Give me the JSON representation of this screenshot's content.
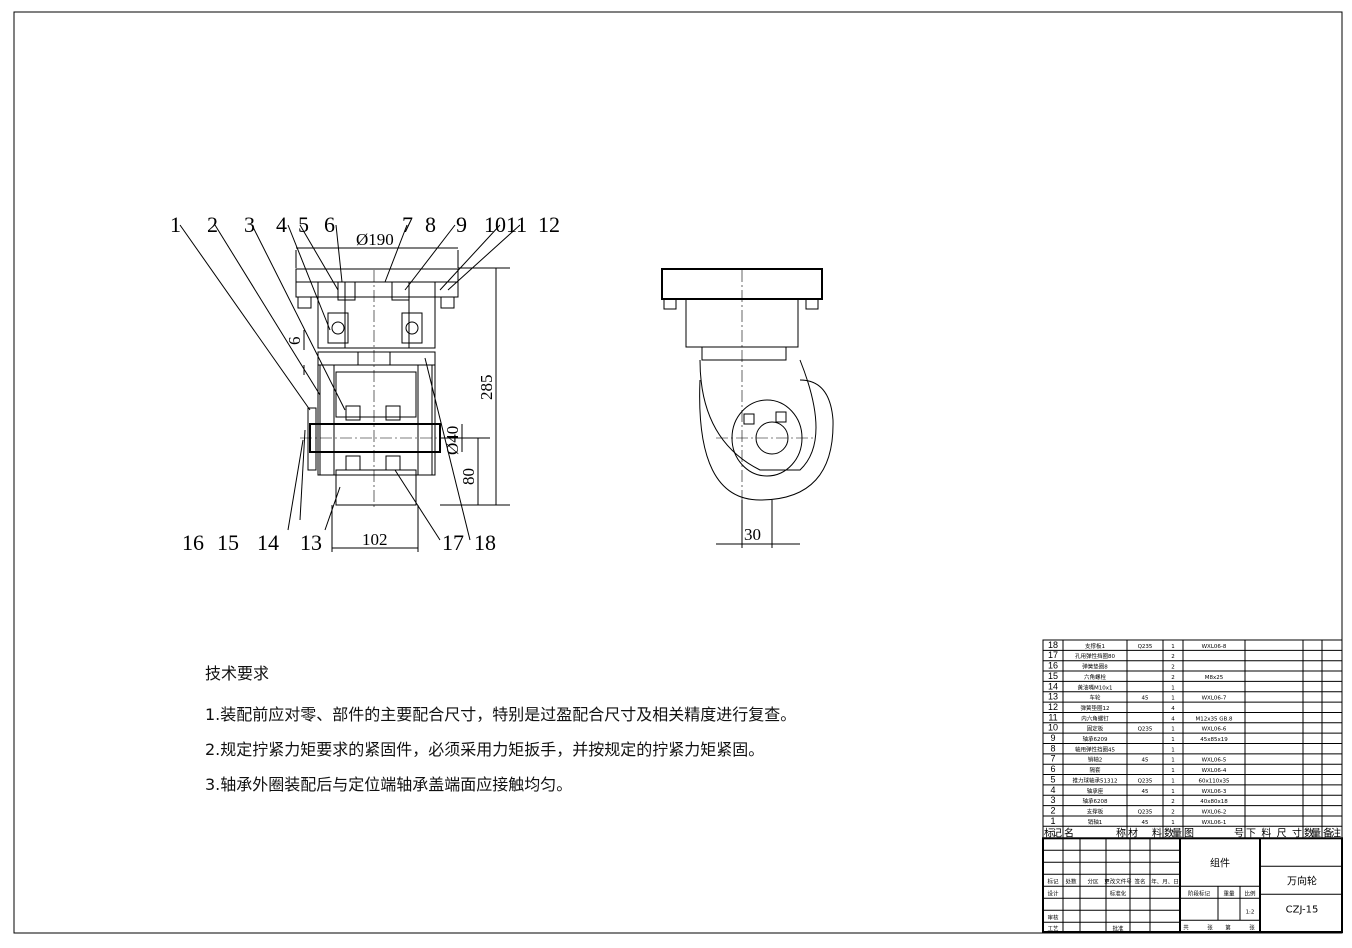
{
  "drawing": {
    "part_labels": [
      "1",
      "2",
      "3",
      "4",
      "5",
      "6",
      "7",
      "8",
      "9",
      "10",
      "11",
      "12",
      "13",
      "14",
      "15",
      "16",
      "17",
      "18"
    ],
    "dimensions": {
      "top_width": "Ø190",
      "gap": "6",
      "height": "285",
      "shaft_dia": "Ø40",
      "axle_height": "80",
      "wheel_width": "102",
      "offset": "30"
    }
  },
  "tech_requirements": {
    "title": "技术要求",
    "items": [
      "1.装配前应对零、部件的主要配合尺寸，特别是过盈配合尺寸及相关精度进行复查。",
      "2.规定拧紧力矩要求的紧固件，必须采用力矩扳手，并按规定的拧紧力矩紧固。",
      "3.轴承外圈装配后与定位端轴承盖端面应接触均匀。"
    ]
  },
  "bom": {
    "rows": [
      {
        "no": "18",
        "name": "支撑板1",
        "material": "Q235",
        "qty": "1",
        "drawing": "WXL06-8"
      },
      {
        "no": "17",
        "name": "孔用弹性挡圈80",
        "material": "",
        "qty": "2",
        "drawing": ""
      },
      {
        "no": "16",
        "name": "弹簧垫圈8",
        "material": "",
        "qty": "2",
        "drawing": ""
      },
      {
        "no": "15",
        "name": "六角螺栓",
        "material": "",
        "qty": "2",
        "drawing": "M8x25"
      },
      {
        "no": "14",
        "name": "黄油嘴M10x1",
        "material": "",
        "qty": "1",
        "drawing": ""
      },
      {
        "no": "13",
        "name": "车轮",
        "material": "45",
        "qty": "1",
        "drawing": "WXL06-7"
      },
      {
        "no": "12",
        "name": "弹簧垫圈12",
        "material": "",
        "qty": "4",
        "drawing": ""
      },
      {
        "no": "11",
        "name": "内六角螺钉",
        "material": "",
        "qty": "4",
        "drawing": "M12x35 GB.8"
      },
      {
        "no": "10",
        "name": "固定板",
        "material": "Q235",
        "qty": "1",
        "drawing": "WXL06-6"
      },
      {
        "no": "9",
        "name": "轴承6209",
        "material": "",
        "qty": "1",
        "drawing": "45x85x19"
      },
      {
        "no": "8",
        "name": "轴用弹性挡圈45",
        "material": "",
        "qty": "1",
        "drawing": ""
      },
      {
        "no": "7",
        "name": "销轴2",
        "material": "45",
        "qty": "1",
        "drawing": "WXL06-5"
      },
      {
        "no": "6",
        "name": "隔套",
        "material": "",
        "qty": "1",
        "drawing": "WXL06-4"
      },
      {
        "no": "5",
        "name": "推力球轴承51312",
        "material": "Q235",
        "qty": "1",
        "drawing": "60x110x35"
      },
      {
        "no": "4",
        "name": "轴承座",
        "material": "45",
        "qty": "1",
        "drawing": "WXL06-3"
      },
      {
        "no": "3",
        "name": "轴承6208",
        "material": "",
        "qty": "2",
        "drawing": "40x80x18"
      },
      {
        "no": "2",
        "name": "支撑板",
        "material": "Q235",
        "qty": "2",
        "drawing": "WXL06-2"
      },
      {
        "no": "1",
        "name": "销轴1",
        "material": "45",
        "qty": "1",
        "drawing": "WXL06-1"
      }
    ],
    "header": [
      "标记",
      "名    称",
      "材 料",
      "数量",
      "图      号",
      "下 料 尺 寸",
      "数量",
      "备注"
    ]
  },
  "title_block": {
    "assembly": "组件",
    "part_name": "万向轮",
    "drawing_no": "CZJ-15",
    "scale": "1:2",
    "labels": {
      "mark": "标记",
      "count": "处数",
      "zone": "分区",
      "change_doc": "更改文件号",
      "sign": "签名",
      "date": "年、月、日",
      "design": "设计",
      "standard": "标准化",
      "stage": "阶段标记",
      "weight": "重量",
      "ratio": "比例",
      "review": "审核",
      "process": "工艺",
      "approve": "批准",
      "total": "共",
      "sheets": "张",
      "page": "第",
      "sheet": "张"
    }
  }
}
